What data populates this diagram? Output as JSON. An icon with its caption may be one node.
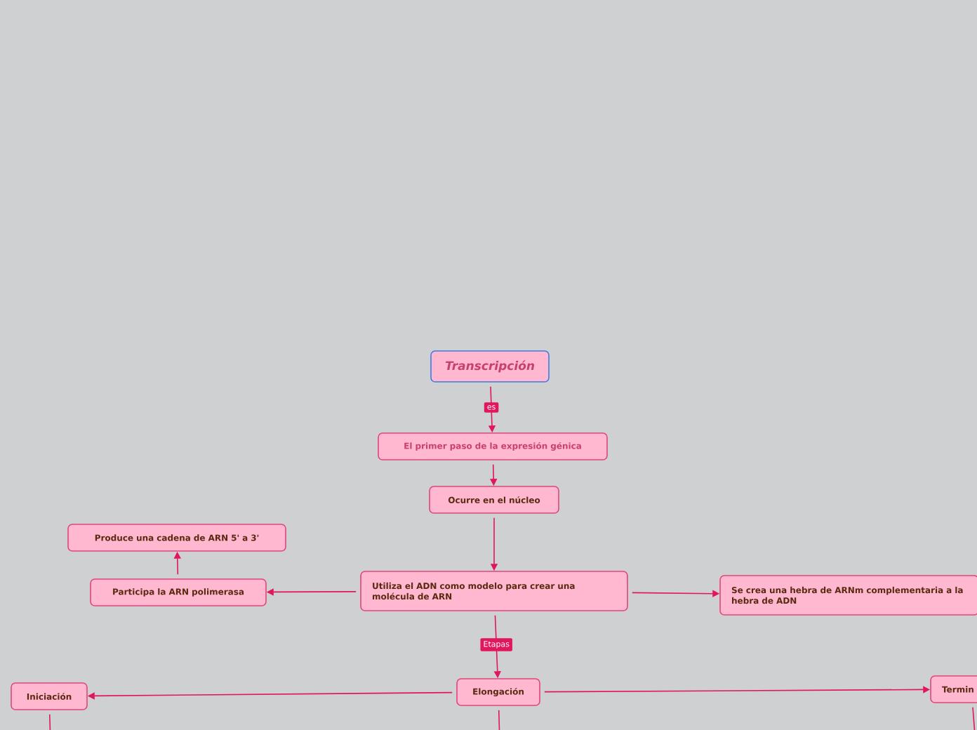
{
  "diagram": {
    "nodes": [
      {
        "text": [
          "Transcripción"
        ]
      },
      {
        "text": [
          "El primer paso de la expresión génica"
        ]
      },
      {
        "text": [
          "Ocurre en el núcleo"
        ]
      },
      {
        "text": [
          "Produce una cadena de ARN  5' a 3'"
        ]
      },
      {
        "text": [
          "Participa la ARN polimerasa"
        ]
      },
      {
        "text": [
          "Utiliza el ADN como modelo para crear una molécula de ARN"
        ]
      },
      {
        "text": [
          "Se crea una hebra de ARNm complementaria a la hebra de ADN"
        ]
      },
      {
        "text": [
          "Iniciación"
        ]
      },
      {
        "text": [
          "Elongación"
        ]
      },
      {
        "text": [
          "Termin"
        ]
      }
    ],
    "edges": [
      {
        "from": 0,
        "to": 1,
        "arrow": "to",
        "label": "es"
      },
      {
        "from": 1,
        "to": 2,
        "arrow": "to"
      },
      {
        "from": 2,
        "to": 5,
        "arrow": "to"
      },
      {
        "from": 5,
        "to": 4,
        "arrow": "to"
      },
      {
        "from": 4,
        "to": 3,
        "arrow": "to"
      },
      {
        "from": 5,
        "to": 6,
        "arrow": "to"
      },
      {
        "from": 5,
        "to": 8,
        "arrow": "to",
        "label": "Etapas"
      },
      {
        "from": 8,
        "to": 7,
        "arrow": "to"
      },
      {
        "from": 8,
        "to": 9,
        "arrow": "to"
      },
      {
        "from": 7,
        "to": null,
        "arrow": "none"
      },
      {
        "from": 8,
        "to": null,
        "arrow": "none"
      },
      {
        "from": 9,
        "to": null,
        "arrow": "none"
      }
    ]
  }
}
